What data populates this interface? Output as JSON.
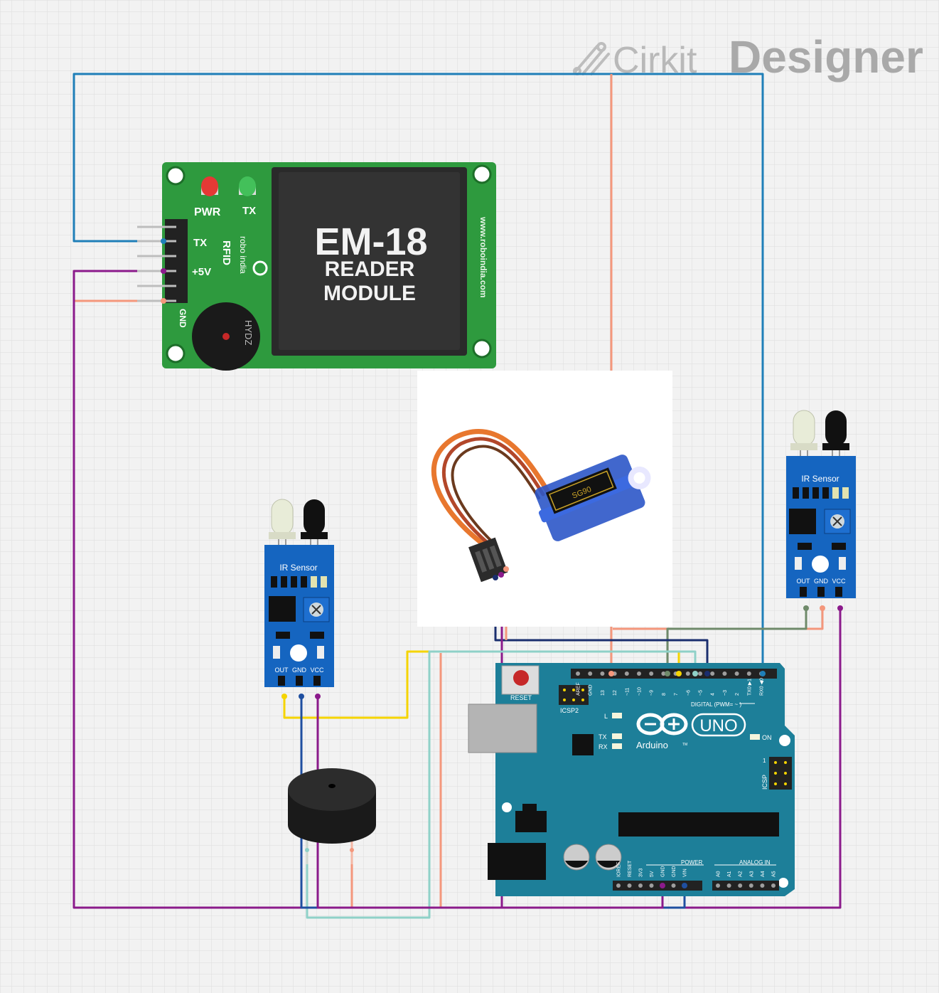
{
  "app": {
    "brand_light": "Cirkit",
    "brand_bold": "Designer"
  },
  "rfid": {
    "title_line1": "EM-18",
    "title_line2": "READER",
    "title_line3": "MODULE",
    "pwr_label": "PWR",
    "tx_led_label": "TX",
    "pin_tx_label": "TX",
    "pin_5v_label": "+5V",
    "pin_gnd_label": "GND",
    "rfid_label": "RFID",
    "brand_label": "robo india",
    "url": "www.roboindia.com",
    "buzzer_label": "HYDZ"
  },
  "ir_left": {
    "title": "IR Sensor",
    "pin_out": "OUT",
    "pin_gnd": "GND",
    "pin_vcc": "VCC"
  },
  "ir_right": {
    "title": "IR Sensor",
    "pin_out": "OUT",
    "pin_gnd": "GND",
    "pin_vcc": "VCC"
  },
  "servo": {
    "label": "SG90"
  },
  "arduino": {
    "reset": "RESET",
    "icsp2": "ICSP2",
    "icsp": "ICSP",
    "led_l": "L",
    "led_tx": "TX",
    "led_rx": "RX",
    "on": "ON",
    "logo_uno": "UNO",
    "logo_brand": "Arduino",
    "tm": "TM",
    "digital": "DIGITAL (PWM= ~ )",
    "power": "POWER",
    "analog": "ANALOG IN",
    "digital_pins": [
      "AREF",
      "GND",
      "13",
      "12",
      "~11",
      "~10",
      "~9",
      "8",
      "7",
      "~6",
      "~5",
      "4",
      "~3",
      "2",
      "TX0 ▶1",
      "RX0 ◀0"
    ],
    "power_pins": [
      "IOREF",
      "RESET",
      "3V3",
      "5V",
      "GND",
      "GND",
      "VIN"
    ],
    "analog_pins": [
      "A0",
      "A1",
      "A2",
      "A3",
      "A4",
      "A5"
    ],
    "icsp_one": "1"
  },
  "colors": {
    "wire_blue": "#1f7fb8",
    "wire_salmon": "#f4977c",
    "wire_purple": "#8b1a8b",
    "wire_navy": "#1a2e6e",
    "wire_yellow": "#f5d400",
    "wire_mint": "#8fd1c8",
    "wire_olive": "#6f8a6a",
    "wire_darkblue": "#1f4fa0",
    "arduino_board": "#1d7f99",
    "ir_board": "#1565c0",
    "rfid_board": "#2e9a3e"
  }
}
